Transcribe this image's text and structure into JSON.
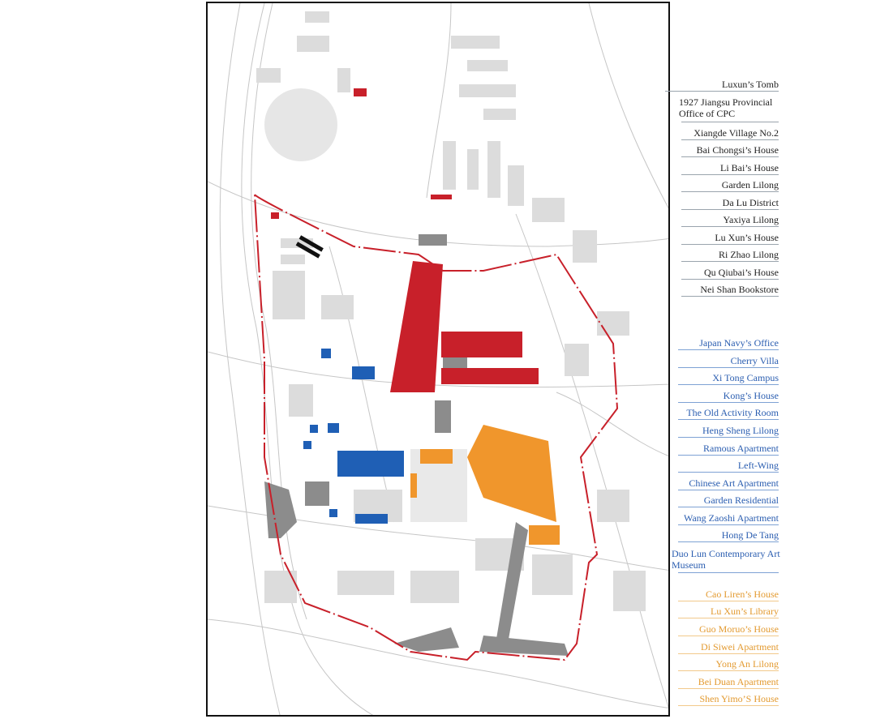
{
  "legend": {
    "red_group": [
      "Luxun’s Tomb",
      "1927 Jiangsu Provincial Office of CPC",
      "Xiangde Village No.2",
      "Bai Chongsi’s House",
      "Li Bai’s House",
      "Garden Lilong",
      "Da Lu District",
      "Yaxiya Lilong",
      "Lu Xun’s House",
      "Ri Zhao Lilong",
      "Qu Qiubai’s House",
      "Nei Shan Bookstore"
    ],
    "blue_group": [
      "Japan Navy’s Office",
      "Cherry Villa",
      "Xi Tong Campus",
      "Kong’s House",
      "The Old Activity Room",
      "Heng Sheng Lilong",
      "Ramous Apartment",
      "Left-Wing",
      "Chinese Art Apartment",
      "Garden Residential",
      "Wang Zaoshi Apartment",
      "Hong De Tang",
      "Duo Lun Contemporary Art Museum"
    ],
    "orange_group": [
      "Cao Liren’s House",
      "Lu Xun’s Library",
      "Guo Moruo’s House",
      "Di Siwei Apartment",
      "Yong An Lilong",
      "Bei Duan Apartment",
      "Shen Yimo’S House"
    ]
  },
  "colors": {
    "red_group": "#c8202a",
    "blue_group": "#1f5fb5",
    "orange_group": "#f0962c",
    "boundary": "#c8202a",
    "existing_building": "#dcdcdc",
    "public_space": "#8c8c8c",
    "roads": "#c6c6c6"
  }
}
